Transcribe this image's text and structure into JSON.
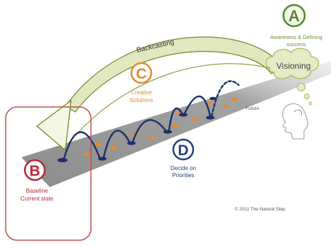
{
  "steps": {
    "a": {
      "letter": "A",
      "label_line1": "Awareness & Defining",
      "label_line2": "success",
      "color": "#4f8a2a"
    },
    "b": {
      "letter": "B",
      "label_line1": "Baseline",
      "label_line2": "Current state",
      "color": "#b8273a"
    },
    "c": {
      "letter": "C",
      "label_line1": "Creative",
      "label_line2": "Solutions",
      "color": "#e7892b"
    },
    "d": {
      "letter": "D",
      "label_line1": "Decide on",
      "label_line2": "Priorities",
      "color": "#23407f"
    }
  },
  "visioning_label": "Visioning",
  "backcasting_label": "Backcasting",
  "future_label": "Future",
  "copyright": "© 2011 The Natural Step",
  "colors": {
    "path_gray": "#9b9b9b",
    "arrow_green": "#b8c870",
    "arrow_outline": "#6f8a2a",
    "navy": "#1c2f6b",
    "orange": "#e7892b",
    "cloud_fill": "#e3ecc4",
    "cloud_outline": "#a9bb5c",
    "baseline_box": "#c0504d"
  }
}
